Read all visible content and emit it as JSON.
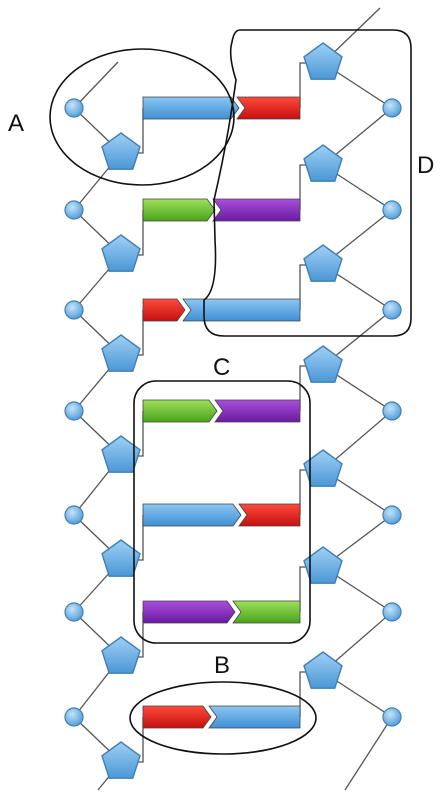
{
  "labels": {
    "a": "A",
    "b": "B",
    "c": "C",
    "d": "D"
  },
  "colors": {
    "sugar": "#6aaee6",
    "sugar_dark": "#3f7fb3",
    "phosphate": "#7cbbe8",
    "backbone": "#555555",
    "base_blue": "#5aa3e0",
    "base_red": "#e02020",
    "base_green": "#6cc22e",
    "base_purple": "#8a2fc0",
    "outline": "#111111"
  }
}
